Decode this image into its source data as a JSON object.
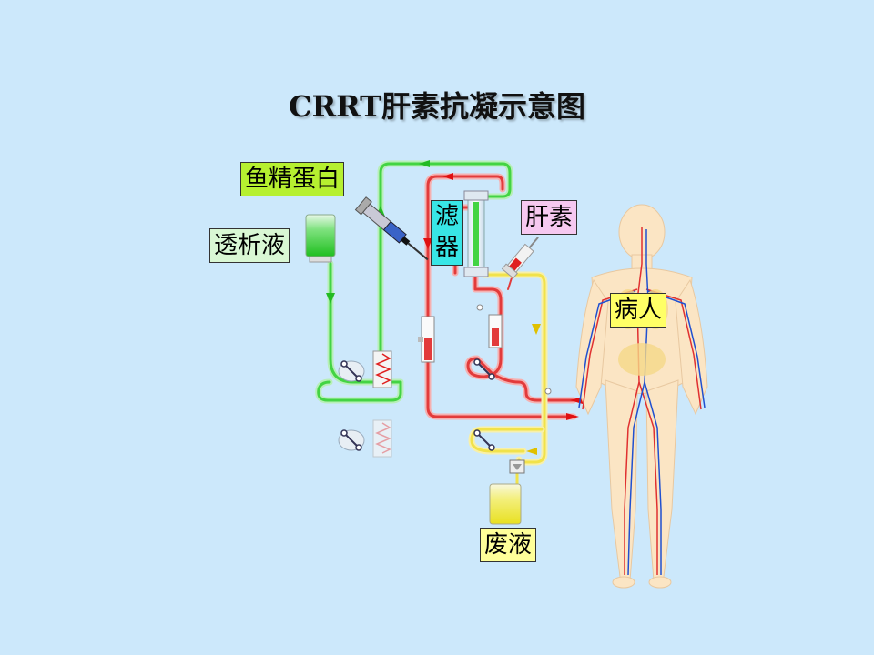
{
  "title": "CRRT肝素抗凝示意图",
  "labels": {
    "albumin": "鱼精蛋白",
    "dialysate": "透析液",
    "filter": "滤器",
    "heparin": "肝素",
    "patient": "病人",
    "waste": "废液"
  },
  "colors": {
    "background": "#cce8fb",
    "arterial_line": "#e23b3b",
    "dialysate_line": "#43d443",
    "effluent_line": "#f1e24a",
    "albumin_box": "#b6f030",
    "dialysate_box": "#d9f7d4",
    "filter_box": "#38e6e6",
    "heparin_box": "#f6c8f0",
    "patient_box": "#ffff66",
    "waste_box": "#ffff99"
  }
}
